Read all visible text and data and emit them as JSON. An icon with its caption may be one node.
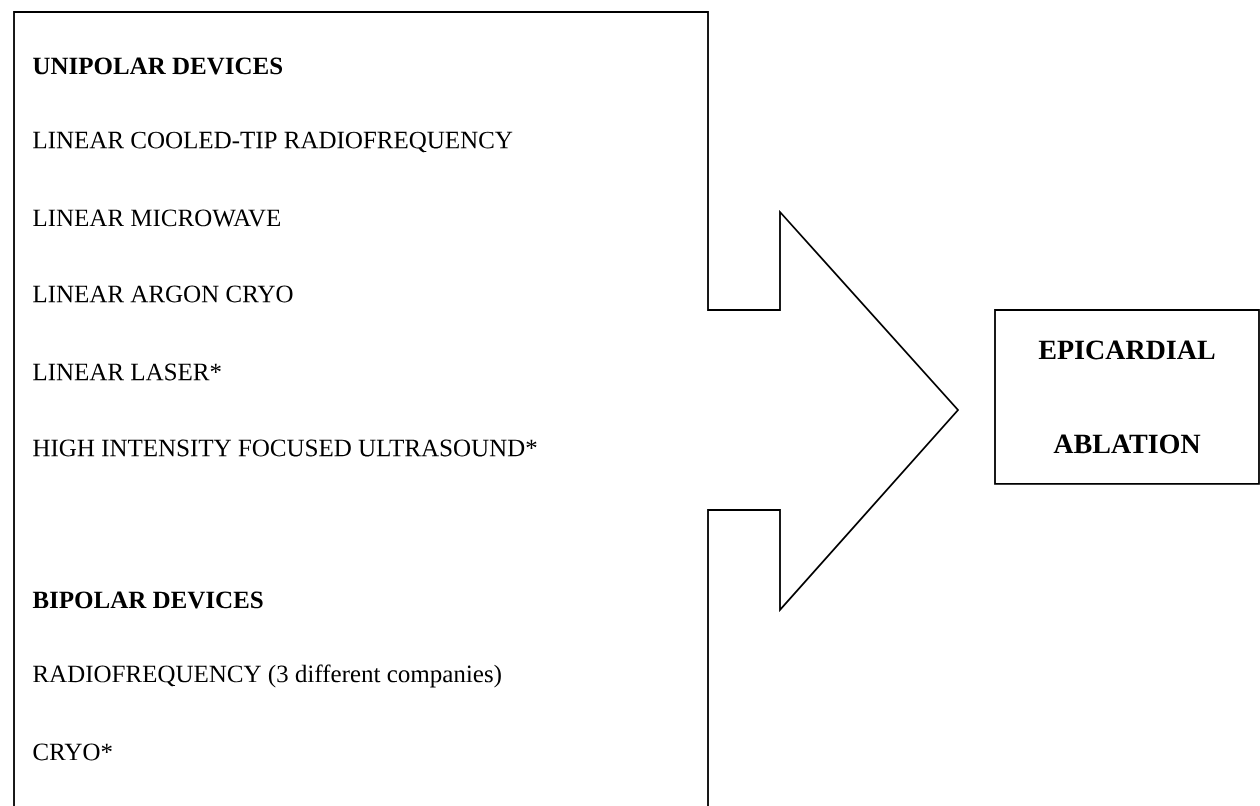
{
  "diagram": {
    "nodes": [
      {
        "text": [
          "UNIPOLAR DEVICES",
          "LINEAR COOLED-TIP RADIOFREQUENCY",
          "LINEAR MICROWAVE",
          "LINEAR ARGON CRYO",
          "LINEAR LASER*",
          "HIGH INTENSITY FOCUSED ULTRASOUND*",
          "BIPOLAR DEVICES",
          "RADIOFREQUENCY (3 different companies)",
          "CRYO*"
        ]
      },
      {
        "text": [
          "EPICARDIAL ABLATION"
        ]
      }
    ]
  }
}
